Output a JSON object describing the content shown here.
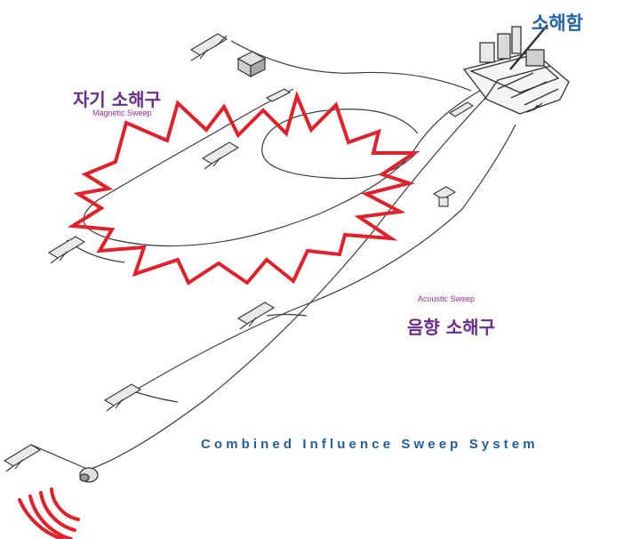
{
  "labels": {
    "ship": "소해함",
    "magnetic_ko": "자기 소해구",
    "magnetic_en": "Magnetic Sweep",
    "acoustic_en": "Acoustic Sweep",
    "acoustic_ko": "음향 소해구",
    "system_title": "Combined Influence Sweep System"
  },
  "colors": {
    "ship_label": "#1f63a8",
    "sweep_label_ko": "#6b2a8e",
    "sweep_label_en": "#a0288a",
    "system_title": "#1f5fa0",
    "magnetic_field": "#e3202a",
    "acoustic_waves": "#e3202a",
    "line_art": "#333333"
  },
  "icons": [
    "minesweeper-ship-icon",
    "magnetic-field-burst-icon",
    "acoustic-wave-icon",
    "float-buoy-icon",
    "acoustic-hammer-box-icon"
  ]
}
